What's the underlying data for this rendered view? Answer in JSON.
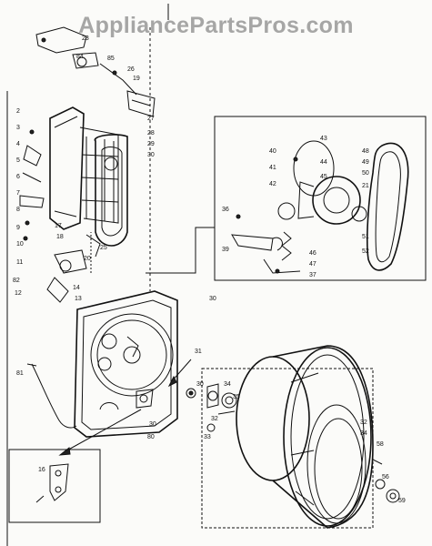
{
  "watermark": "AppliancePartsPros.com",
  "part_labels": [
    {
      "id": "p23",
      "text": "23"
    },
    {
      "id": "p84",
      "text": "84"
    },
    {
      "id": "p85",
      "text": "85"
    },
    {
      "id": "p26",
      "text": "26"
    },
    {
      "id": "p19",
      "text": "19"
    },
    {
      "id": "p27",
      "text": "27"
    },
    {
      "id": "p28",
      "text": "28"
    },
    {
      "id": "p29",
      "text": "29"
    },
    {
      "id": "p30a",
      "text": "30"
    },
    {
      "id": "p2",
      "text": "2"
    },
    {
      "id": "p3",
      "text": "3"
    },
    {
      "id": "p4",
      "text": "4"
    },
    {
      "id": "p5",
      "text": "5"
    },
    {
      "id": "p6",
      "text": "6"
    },
    {
      "id": "p7",
      "text": "7"
    },
    {
      "id": "p8",
      "text": "8"
    },
    {
      "id": "p17",
      "text": "17"
    },
    {
      "id": "p18",
      "text": "18"
    },
    {
      "id": "p9",
      "text": "9"
    },
    {
      "id": "p10",
      "text": "10"
    },
    {
      "id": "p11",
      "text": "11"
    },
    {
      "id": "p20",
      "text": "20"
    },
    {
      "id": "p82",
      "text": "82"
    },
    {
      "id": "p12",
      "text": "12"
    },
    {
      "id": "p13",
      "text": "13"
    },
    {
      "id": "p14",
      "text": "14"
    },
    {
      "id": "p25",
      "text": "25"
    },
    {
      "id": "p30b",
      "text": "30"
    },
    {
      "id": "p31",
      "text": "31"
    },
    {
      "id": "p81",
      "text": "81"
    },
    {
      "id": "p30c",
      "text": "30"
    },
    {
      "id": "p80",
      "text": "80"
    },
    {
      "id": "p16",
      "text": "16"
    },
    {
      "id": "p43",
      "text": "43"
    },
    {
      "id": "p40",
      "text": "40"
    },
    {
      "id": "p41",
      "text": "41"
    },
    {
      "id": "p42",
      "text": "42"
    },
    {
      "id": "p44",
      "text": "44"
    },
    {
      "id": "p45",
      "text": "45"
    },
    {
      "id": "p48",
      "text": "48"
    },
    {
      "id": "p49",
      "text": "49"
    },
    {
      "id": "p50",
      "text": "50"
    },
    {
      "id": "p21",
      "text": "21"
    },
    {
      "id": "p36",
      "text": "36"
    },
    {
      "id": "p39",
      "text": "39"
    },
    {
      "id": "p46",
      "text": "46"
    },
    {
      "id": "p47",
      "text": "47"
    },
    {
      "id": "p37",
      "text": "37"
    },
    {
      "id": "p51",
      "text": "51"
    },
    {
      "id": "p52",
      "text": "52"
    },
    {
      "id": "p34",
      "text": "34"
    },
    {
      "id": "p35",
      "text": "35"
    },
    {
      "id": "p30d",
      "text": "30"
    },
    {
      "id": "p32a",
      "text": "32"
    },
    {
      "id": "p33",
      "text": "33"
    },
    {
      "id": "p32b",
      "text": "32"
    },
    {
      "id": "p34b",
      "text": "34"
    },
    {
      "id": "p58",
      "text": "58"
    },
    {
      "id": "p56",
      "text": "56"
    },
    {
      "id": "p59",
      "text": "59"
    }
  ]
}
